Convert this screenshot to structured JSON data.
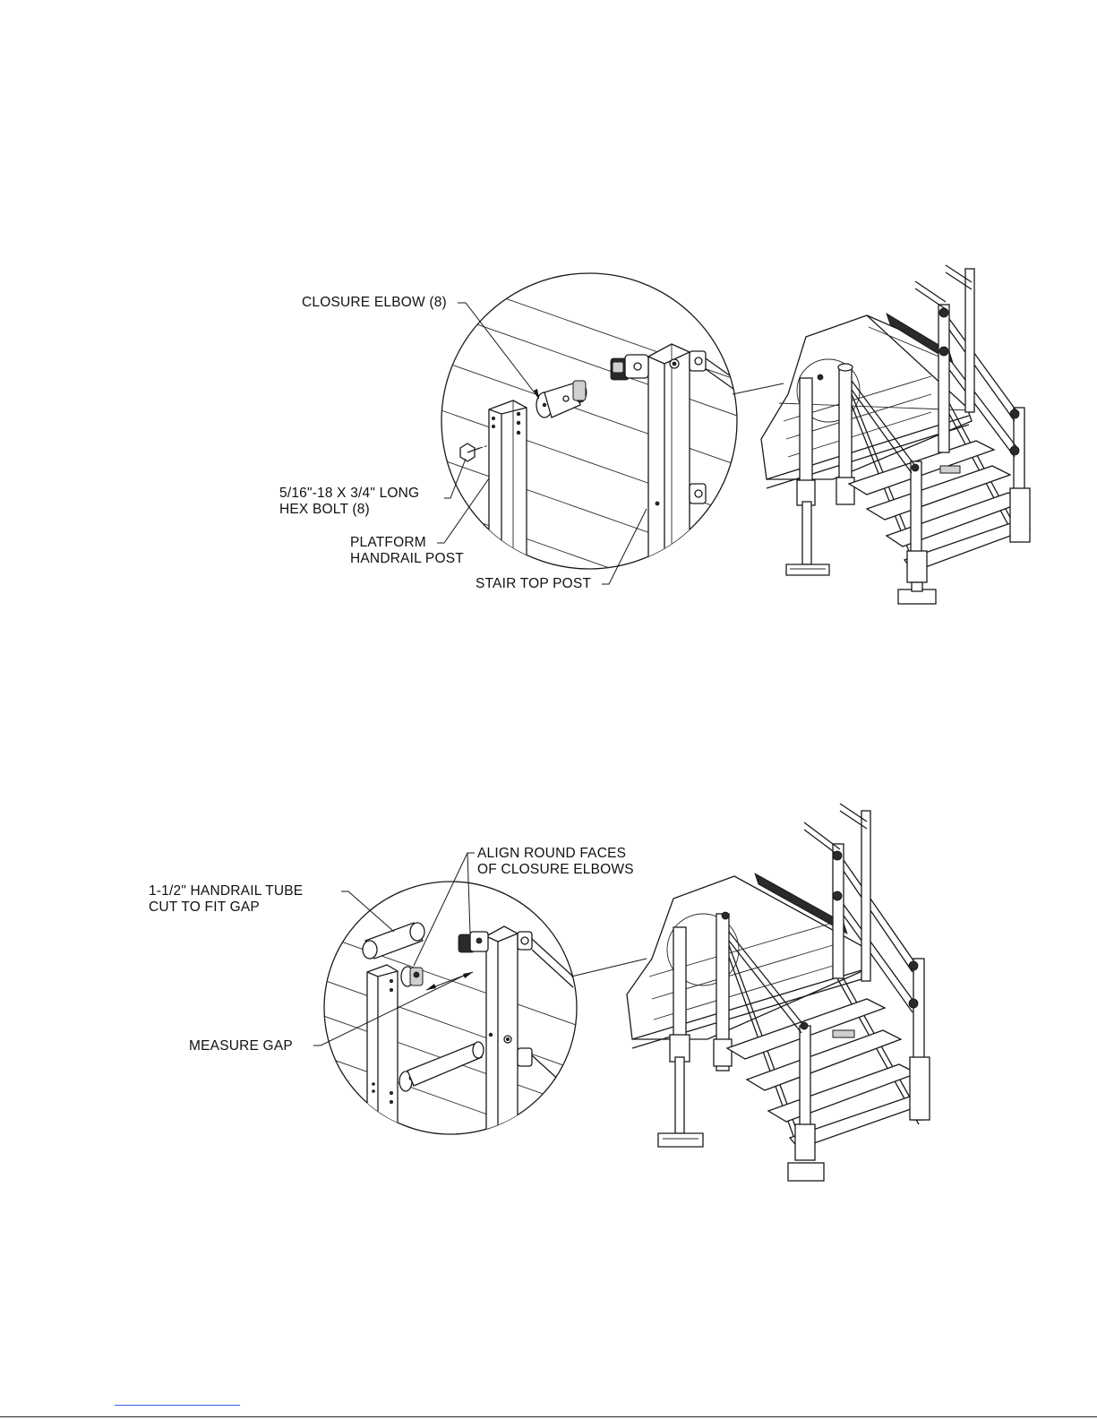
{
  "figure_top": {
    "labels": {
      "closure_elbow": "CLOSURE ELBOW (8)",
      "bolt_line1": "5/16\"-18 X 3/4\" LONG",
      "bolt_line2": "HEX BOLT (8)",
      "platform_line1": "PLATFORM",
      "platform_line2": "HANDRAIL POST",
      "stair_top_post": "STAIR TOP POST"
    }
  },
  "figure_bottom": {
    "labels": {
      "align_line1": "ALIGN ROUND FACES",
      "align_line2": "OF CLOSURE ELBOWS",
      "tube_line1": "1-1/2\" HANDRAIL TUBE",
      "tube_line2": "CUT TO FIT GAP",
      "measure_gap": "MEASURE GAP"
    }
  }
}
